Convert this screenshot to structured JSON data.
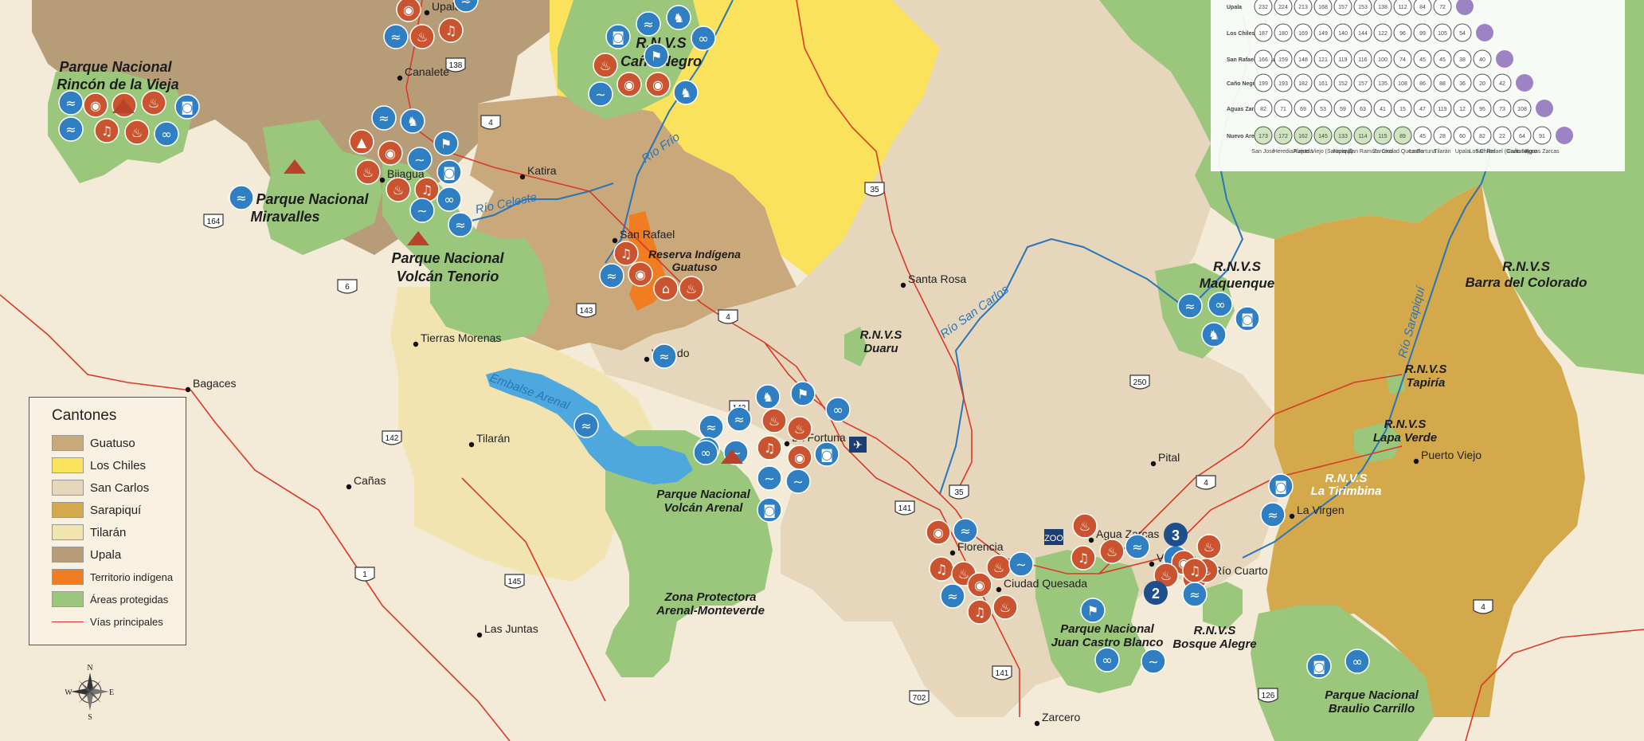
{
  "legend": {
    "title": "Cantones",
    "items": [
      {
        "label": "Guatuso",
        "color": "#c9a87b"
      },
      {
        "label": "Los Chiles",
        "color": "#fbe25c"
      },
      {
        "label": "San Carlos",
        "color": "#e6d7bc"
      },
      {
        "label": "Sarapiquí",
        "color": "#d3a94c"
      },
      {
        "label": "Tilarán",
        "color": "#f2e4b1"
      },
      {
        "label": "Upala",
        "color": "#b79c78"
      },
      {
        "label": "Territorio indígena",
        "color": "#f07d21"
      },
      {
        "label": "Áreas protegidas",
        "color": "#9bc77c"
      }
    ],
    "roads_label": "Vías principales",
    "road_color": "#d83a2a"
  },
  "parks": [
    {
      "l1": "Parque Nacional",
      "l2": "Rincón de la Vieja"
    },
    {
      "l1": "Parque Nacional",
      "l2": "Miravalles"
    },
    {
      "l1": "Parque Nacional",
      "l2": "Volcán Tenorio"
    },
    {
      "l1": "R.N.V.S",
      "l2": "Caño Negro"
    },
    {
      "l1": "Reserva Indígena",
      "l2": "Guatuso"
    },
    {
      "l1": "R.N.V.S",
      "l2": "Duaru"
    },
    {
      "l1": "Parque Nacional",
      "l2": "Volcán Arenal"
    },
    {
      "l1": "Zona Protectora",
      "l2": "Arenal-Monteverde"
    },
    {
      "l1": "R.N.V.S",
      "l2": "Maquenque"
    },
    {
      "l1": "R.N.V.S",
      "l2": "Barra del Colorado"
    },
    {
      "l1": "R.N.V.S",
      "l2": "Tapiría"
    },
    {
      "l1": "R.N.V.S",
      "l2": "Lapa Verde"
    },
    {
      "l1": "R.N.V.S",
      "l2": "La Tirimbina"
    },
    {
      "l1": "Parque Nacional",
      "l2": "Juan Castro Blanco"
    },
    {
      "l1": "R.N.V.S",
      "l2": "Bosque Alegre"
    },
    {
      "l1": "Parque Nacional",
      "l2": "Braulio Carrillo"
    }
  ],
  "towns": [
    "Upala",
    "Canalete",
    "Bijagua",
    "Katira",
    "San Rafael",
    "Santa Rosa",
    "Tierras Morenas",
    "Venado",
    "Bagaces",
    "Tilarán",
    "Cañas",
    "La Fortuna",
    "Florencia",
    "Ciudad Quesada",
    "Agua Zarcas",
    "Venecia",
    "Río Cuarto",
    "Pital",
    "Puerto Viejo",
    "La Virgen",
    "Las Juntas",
    "Zarcero"
  ],
  "rivers": [
    "Río Frío",
    "Río Celeste",
    "Río San Carlos",
    "Río Sarapiquí",
    "Embalse Arenal"
  ],
  "routes": [
    "138",
    "4",
    "164",
    "6",
    "143",
    "4",
    "35",
    "142",
    "142",
    "145",
    "1",
    "141",
    "35",
    "250",
    "4",
    "4",
    "702",
    "141",
    "126"
  ],
  "markers": {
    "zoo": "ZOO",
    "n3": "3",
    "n2": "2"
  },
  "compass": {
    "n": "N",
    "s": "S",
    "e": "E",
    "w": "W"
  },
  "distance_table": {
    "rows": [
      {
        "name": "Upala",
        "values": [
          "232",
          "224",
          "213",
          "168",
          "157",
          "153",
          "138",
          "112",
          "84",
          "72"
        ]
      },
      {
        "name": "Los Chiles",
        "values": [
          "187",
          "180",
          "169",
          "149",
          "140",
          "144",
          "122",
          "96",
          "99",
          "105",
          "54"
        ]
      },
      {
        "name": "San Rafael (Guatuso)",
        "values": [
          "166",
          "159",
          "148",
          "121",
          "119",
          "116",
          "100",
          "74",
          "45",
          "45",
          "38",
          "40"
        ]
      },
      {
        "name": "Caño Negro",
        "values": [
          "199",
          "193",
          "182",
          "161",
          "152",
          "157",
          "135",
          "108",
          "86",
          "88",
          "36",
          "20",
          "42"
        ]
      },
      {
        "name": "Aguas Zarcas",
        "values": [
          "82",
          "71",
          "69",
          "53",
          "59",
          "63",
          "41",
          "15",
          "47",
          "119",
          "12",
          "95",
          "73",
          "108"
        ]
      },
      {
        "name": "Nuevo Arenal",
        "values": [
          "173",
          "172",
          "162",
          "145",
          "133",
          "114",
          "115",
          "89",
          "45",
          "28",
          "60",
          "82",
          "22",
          "64",
          "91"
        ]
      }
    ],
    "cols": [
      "San José",
      "Heredia",
      "Alajuela",
      "Puerto Viejo (Sarapiquí)",
      "Naranjo",
      "San Ramón",
      "Zarcero",
      "Ciudad Quesada",
      "La Fortuna",
      "Tilarán",
      "Upala",
      "Los Chiles",
      "San Rafael (Guatuso)",
      "Caño Negro",
      "Aguas Zarcas"
    ]
  }
}
